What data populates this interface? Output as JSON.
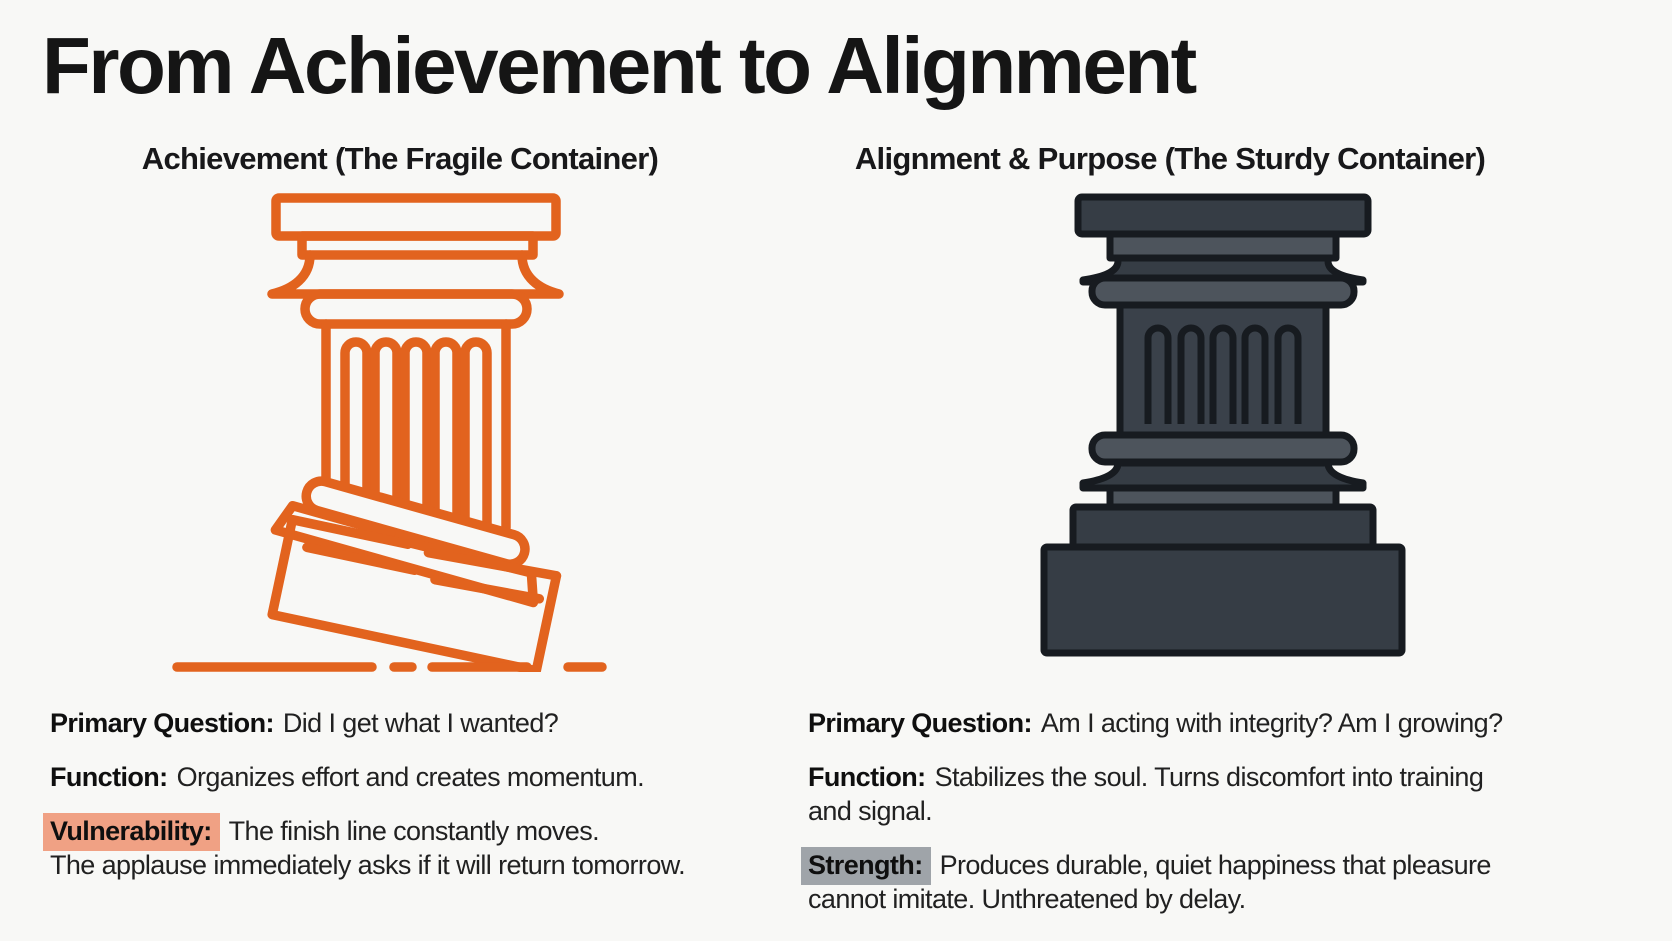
{
  "page": {
    "title": "From Achievement to Alignment",
    "background": "#f8f8f6"
  },
  "pillars": {
    "fragile": {
      "description": "broken tilted classical column outline",
      "stroke": "#e2631e"
    },
    "sturdy": {
      "description": "solid upright classical column",
      "fill": "#363d45",
      "outline": "#171b20",
      "accent": "#4d545c",
      "shaft": "#3a414a"
    }
  },
  "highlights": {
    "vulnerability": "#f0a184",
    "strength": "#9fa4a9"
  },
  "columns": [
    {
      "heading": "Achievement (The Fragile Container)",
      "facts": [
        {
          "label": "Primary Question:",
          "lines": [
            "Did I get what I wanted?",
            ""
          ]
        },
        {
          "label": "Function:",
          "lines": [
            "Organizes effort and creates momentum.",
            ""
          ]
        },
        {
          "label": "Vulnerability:",
          "highlight": "#f0a184",
          "label_style": "background-color:#f0a184; padding:3px 8px 5px 7px; margin:-3px 9px -5px -7px;",
          "lines": [
            "The finish line constantly moves.",
            "The applause immediately asks if it will return tomorrow."
          ]
        }
      ]
    },
    {
      "heading": "Alignment & Purpose (The Sturdy Container)",
      "facts": [
        {
          "label": "Primary Question:",
          "lines": [
            "Am I acting with integrity? Am I growing?",
            ""
          ]
        },
        {
          "label": "Function:",
          "lines": [
            "Stabilizes the soul. Turns discomfort into training",
            "and signal."
          ]
        },
        {
          "label": "Strength:",
          "highlight": "#9fa4a9",
          "label_style": "background-color:#9fa4a9; padding:3px 8px 5px 7px; margin:-3px 9px -5px -7px;",
          "lines": [
            "Produces durable, quiet happiness that pleasure",
            "cannot imitate. Unthreatened by delay."
          ]
        }
      ]
    }
  ]
}
